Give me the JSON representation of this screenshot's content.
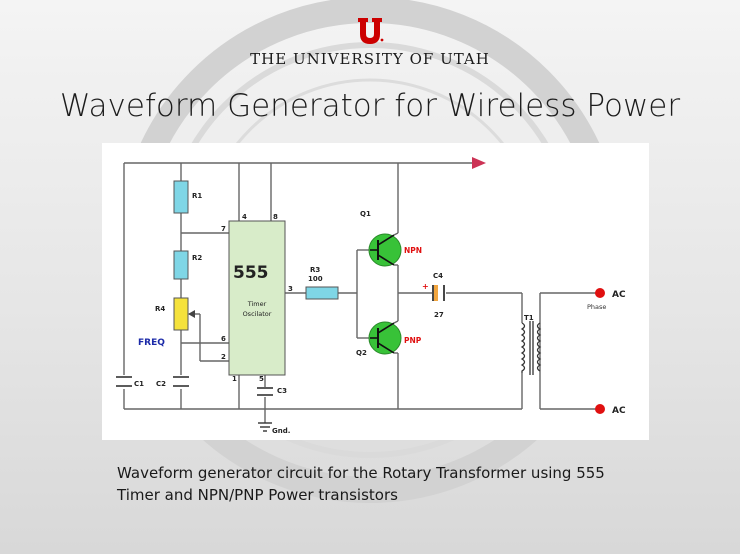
{
  "header": {
    "university_name": "THE UNIVERSITY OF UTAH",
    "brand_color": "#cc0000"
  },
  "slide": {
    "title": "Waveform Generator for Wireless Power"
  },
  "diagram": {
    "labels": {
      "r1": "R1",
      "r2": "R2",
      "r4": "R4",
      "freq": "FREQ",
      "c1": "C1",
      "c2": "C2",
      "c3": "C3",
      "gnd": "Gnd.",
      "ic_number": "555",
      "ic_desc_1": "Timer",
      "ic_desc_2": "Oscilator",
      "pin_4": "4",
      "pin_8": "8",
      "pin_7": "7",
      "pin_6": "6",
      "pin_2": "2",
      "pin_1": "1",
      "pin_5": "5",
      "pin_3": "3",
      "r3": "R3",
      "r3_value": "100",
      "q1": "Q1",
      "q2": "Q2",
      "npn": "NPN",
      "pnp": "PNP",
      "c4": "C4",
      "c4_value": "27",
      "c4_plus": "+",
      "t1": "T1",
      "ac_top": "AC",
      "phase": "Phase",
      "ac_bottom": "AC"
    },
    "colors": {
      "resistor_fill": "#7fd6e6",
      "pot_fill": "#f5e23c",
      "ic_fill": "#d8ecc9",
      "transistor_fill": "#38c238",
      "wire": "#666666",
      "arrow": "#cc3355",
      "terminal": "#e01010",
      "freq_text": "#1b2aa8",
      "npn_text": "#e01010"
    }
  },
  "caption": {
    "line1": "Waveform generator circuit for the Rotary Transformer using 555",
    "line2": "Timer and NPN/PNP Power transistors"
  }
}
